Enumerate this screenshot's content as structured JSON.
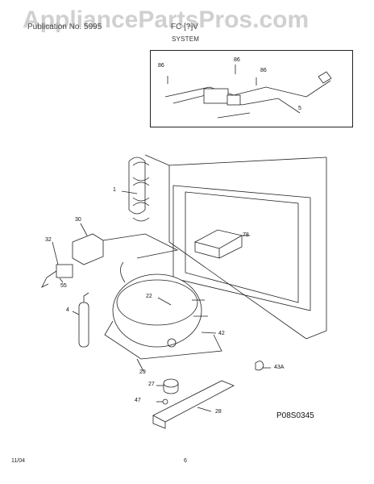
{
  "watermark": "AppliancePartsPros.com",
  "header": {
    "brand_text": "Publication No. 5995",
    "model": "FC [?]V",
    "section": "SYSTEM"
  },
  "callouts": {
    "c86a": "86",
    "c86b": "86",
    "c86c": "86",
    "c5": "5",
    "c1": "1",
    "c30": "30",
    "c32": "32",
    "c55": "55",
    "c78": "78",
    "c22": "22",
    "c4": "4",
    "c42": "42",
    "c29": "29",
    "c27": "27",
    "c47": "47",
    "c28": "28",
    "c43a": "43A"
  },
  "diagram_code": "P08S0345",
  "footer": {
    "date": "11/04",
    "page": "6"
  }
}
